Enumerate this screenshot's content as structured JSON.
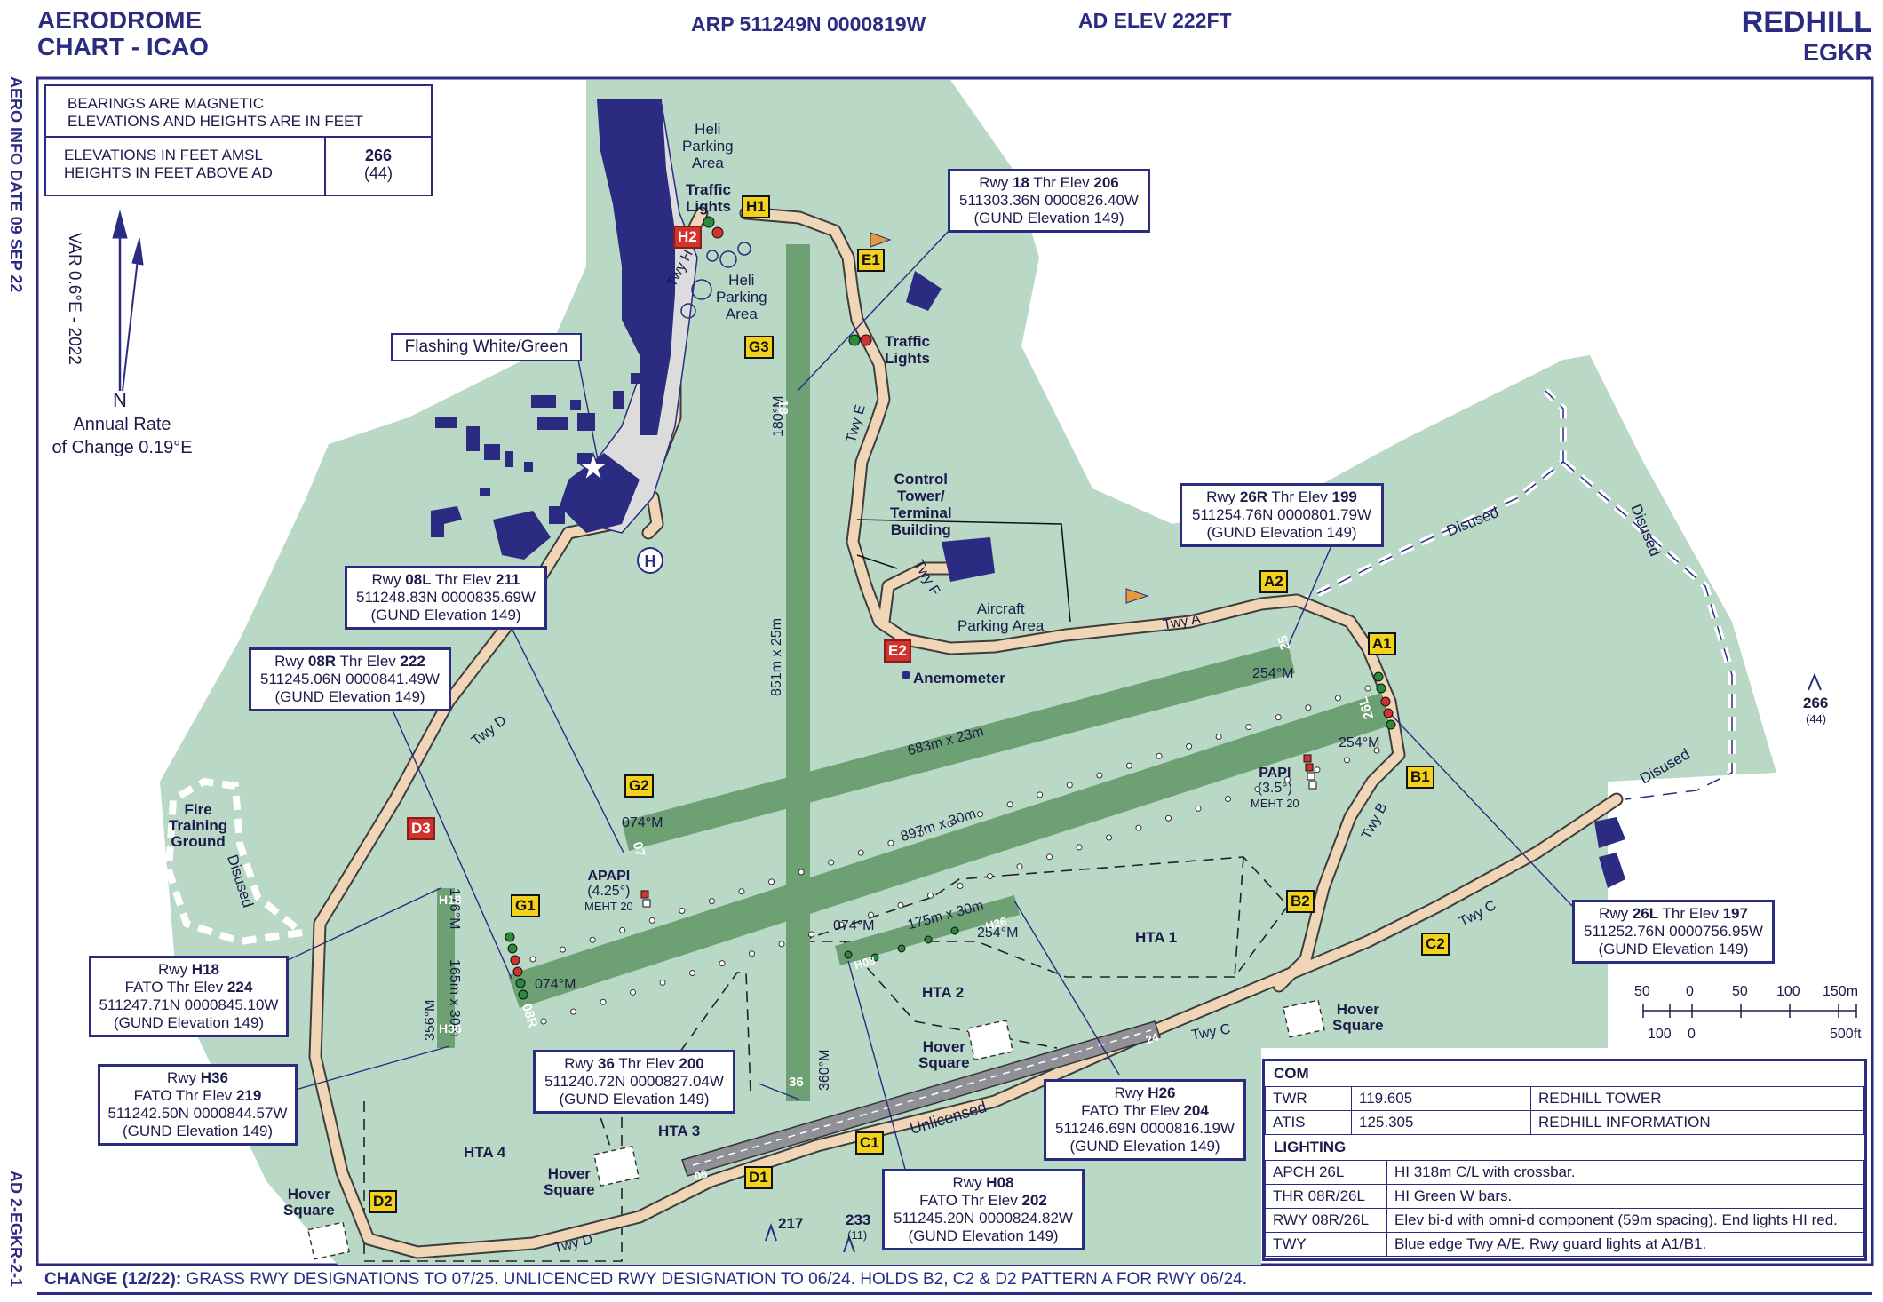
{
  "header": {
    "title_line1": "AERODROME",
    "title_line2": "CHART - ICAO",
    "arp": "ARP 511249N 0000819W",
    "ad_elev": "AD ELEV 222FT",
    "name": "REDHILL",
    "icao": "EGKR"
  },
  "side": {
    "info_date": "AERO INFO DATE 09 SEP 22",
    "page_ref": "AD 2-EGKR-2-1"
  },
  "notes": {
    "line1": "BEARINGS ARE MAGNETIC",
    "line2": "ELEVATIONS AND HEIGHTS ARE IN FEET",
    "elev_label": "ELEVATIONS IN FEET AMSL",
    "height_label": "HEIGHTS IN FEET ABOVE AD",
    "elev_value": "266",
    "height_value": "(44)"
  },
  "variation": {
    "label": "VAR 0.6°E - 2022",
    "north": "N",
    "rate_line1": "Annual Rate",
    "rate_line2": "of Change 0.19°E"
  },
  "callouts": {
    "rwy18": {
      "title_pre": "Rwy ",
      "rwy": "18",
      "mid": " Thr Elev ",
      "elev": "206",
      "coord": "511303.36N 0000826.40W",
      "gund": "(GUND Elevation 149)"
    },
    "rwy26r": {
      "title_pre": "Rwy ",
      "rwy": "26R",
      "mid": " Thr Elev ",
      "elev": "199",
      "coord": "511254.76N 0000801.79W",
      "gund": "(GUND Elevation 149)"
    },
    "rwy08l": {
      "title_pre": "Rwy ",
      "rwy": "08L",
      "mid": " Thr Elev ",
      "elev": "211",
      "coord": "511248.83N 0000835.69W",
      "gund": "(GUND Elevation 149)"
    },
    "rwy08r": {
      "title_pre": "Rwy ",
      "rwy": "08R",
      "mid": " Thr Elev ",
      "elev": "222",
      "coord": "511245.06N 0000841.49W",
      "gund": "(GUND Elevation 149)"
    },
    "rwy26l": {
      "title_pre": "Rwy ",
      "rwy": "26L",
      "mid": " Thr Elev ",
      "elev": "197",
      "coord": "511252.76N 0000756.95W",
      "gund": "(GUND Elevation 149)"
    },
    "rwy36": {
      "title_pre": "Rwy ",
      "rwy": "36",
      "mid": " Thr Elev ",
      "elev": "200",
      "coord": "511240.72N 0000827.04W",
      "gund": "(GUND Elevation 149)"
    },
    "rwyh18": {
      "line1_pre": "Rwy ",
      "rwy": "H18",
      "fato_pre": "FATO Thr Elev ",
      "elev": "224",
      "coord": "511247.71N 0000845.10W",
      "gund": "(GUND Elevation 149)"
    },
    "rwyh36": {
      "line1_pre": "Rwy ",
      "rwy": "H36",
      "fato_pre": "FATO Thr Elev ",
      "elev": "219",
      "coord": "511242.50N 0000844.57W",
      "gund": "(GUND Elevation 149)"
    },
    "rwyh26": {
      "line1_pre": "Rwy ",
      "rwy": "H26",
      "fato_pre": "FATO Thr Elev ",
      "elev": "204",
      "coord": "511246.69N 0000816.19W",
      "gund": "(GUND Elevation 149)"
    },
    "rwyh08": {
      "line1_pre": "Rwy ",
      "rwy": "H08",
      "fato_pre": "FATO Thr Elev ",
      "elev": "202",
      "coord": "511245.20N 0000824.82W",
      "gund": "(GUND Elevation 149)"
    },
    "flashing": "Flashing White/Green"
  },
  "labels": {
    "heli_parking_1": [
      "Heli",
      "Parking",
      "Area"
    ],
    "heli_parking_2": [
      "Heli",
      "Parking",
      "Area"
    ],
    "traffic_lights_1": [
      "Traffic",
      "Lights"
    ],
    "traffic_lights_2": [
      "Traffic",
      "Lights"
    ],
    "control_tower": [
      "Control",
      "Tower/",
      "Terminal",
      "Building"
    ],
    "aircraft_parking": [
      "Aircraft",
      "Parking Area"
    ],
    "anemometer": "Anemometer",
    "fire_training": [
      "Fire",
      "Training",
      "Ground"
    ],
    "disused": "Disused",
    "unlicensed": "Unlicensed",
    "hta1": "HTA 1",
    "hta2": "HTA 2",
    "hta3": "HTA 3",
    "hta4": "HTA 4",
    "hover_square": [
      "Hover",
      "Square"
    ],
    "apapi": [
      "APAPI",
      "(4.25°)",
      "MEHT 20"
    ],
    "papi": [
      "PAPI",
      "(3.5°)",
      "MEHT 20"
    ],
    "twy_h": "Twy H",
    "twy_e": "Twy E",
    "twy_f": "Twy F",
    "twy_a": "Twy A",
    "twy_b": "Twy B",
    "twy_c": "Twy C",
    "twy_d": "Twy D",
    "rwy_dims_18": "851m x 25m",
    "rwy_dims_07": "683m x 23m",
    "rwy_dims_08r": "897m x 30m",
    "rwy_dims_h08": "175m x 30m",
    "rwy_dims_h18": "165m x 30m",
    "brg_180": "180°M",
    "brg_360": "360°M",
    "brg_254a": "254°M",
    "brg_254b": "254°M",
    "brg_254c": "254°M",
    "brg_074a": "074°M",
    "brg_074b": "074°M",
    "brg_074c": "074°M",
    "brg_176": "176°M",
    "brg_356": "356°M",
    "elev_266": "266",
    "elev_44": "(44)",
    "elev_217": "217",
    "elev_233": "233",
    "elev_11": "(11)",
    "rwy_nums": {
      "r18": "18",
      "r36": "36",
      "r07": "07",
      "r25": "25",
      "r08r": "08R",
      "r26l": "26L",
      "r06": "06",
      "r24": "24",
      "rh18": "H18",
      "rh36": "H36",
      "rh08": "H08",
      "rh26": "H26"
    }
  },
  "tags": {
    "h1": "H1",
    "h2": "H2",
    "e1": "E1",
    "e2": "E2",
    "g1": "G1",
    "g2": "G2",
    "g3": "G3",
    "a1": "A1",
    "a2": "A2",
    "b1": "B1",
    "b2": "B2",
    "c1": "C1",
    "c2": "C2",
    "d1": "D1",
    "d2": "D2",
    "d3": "D3"
  },
  "scale": {
    "m_ticks": [
      "50",
      "0",
      "50",
      "100",
      "150m"
    ],
    "ft_ticks": [
      "100",
      "0",
      "500ft"
    ]
  },
  "com": {
    "heading": "COM",
    "rows": [
      {
        "unit": "TWR",
        "freq": "119.605",
        "callsign": "REDHILL TOWER"
      },
      {
        "unit": "ATIS",
        "freq": "125.305",
        "callsign": "REDHILL INFORMATION"
      }
    ]
  },
  "lighting": {
    "heading": "LIGHTING",
    "rows": [
      {
        "item": "APCH 26L",
        "desc": "HI 318m C/L with crossbar."
      },
      {
        "item": "THR 08R/26L",
        "desc": "HI Green W bars."
      },
      {
        "item": "RWY 08R/26L",
        "desc": "Elev bi-d with omni-d component (59m spacing). End lights HI red."
      },
      {
        "item": "TWY",
        "desc": "Blue edge Twy A/E. Rwy guard lights at A1/B1."
      }
    ]
  },
  "change": {
    "prefix": "CHANGE (12/22):",
    "text": " GRASS RWY DESIGNATIONS TO 07/25. UNLICENCED RWY DESIGNATION TO 06/24. HOLDS B2, C2 & D2 PATTERN A FOR RWY 06/24."
  },
  "colors": {
    "frame": "#2b2b82",
    "grass": "#b9d8c6",
    "runway": "#6da072",
    "taxiway": "#f0d6b6",
    "building": "#2b2b82",
    "paved_runway": "#8f9197",
    "tag_yellow": "#f2d21a",
    "tag_red": "#d3332f"
  }
}
